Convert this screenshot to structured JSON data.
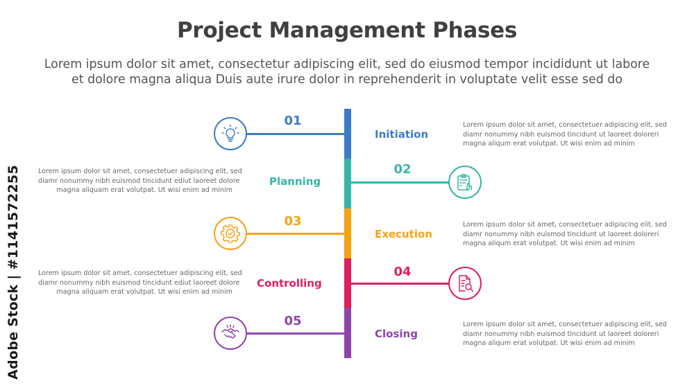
{
  "title": "Project Management Phases",
  "subtitle": {
    "line1": "Lorem ipsum dolor sit amet, consectetur adipiscing elit, sed do eiusmod tempor incididunt ut labore",
    "line2": "et dolore magna aliqua Duis aute irure dolor in reprehenderit in voluptate velit esse sed do"
  },
  "phases": [
    {
      "number": "01",
      "label": "Initiation",
      "color": "#3d7bc6",
      "icon": "lightbulb-icon",
      "desc": [
        "Lorem ipsum dolor sit amet, consectetuer adipiscing elit, sed",
        "diamr nonummy nibh euismod tincidunt ut laoreet doloreri",
        "magna aliqum erat volutpat. Ut wisi enim ad minim"
      ]
    },
    {
      "number": "02",
      "label": "Planning",
      "color": "#36b5a6",
      "icon": "clipboard-hand-icon",
      "desc": [
        "Lorem ipsum dolor sit amet, consectetuer adipiscing elit, sed",
        "diamr nonummy nibh euismod tincidunt ediut laoreet dolore",
        "magna aliquam erat volutpat. Ut wisi enim ad minim"
      ]
    },
    {
      "number": "03",
      "label": "Execution",
      "color": "#f5a213",
      "icon": "gear-check-icon",
      "desc": [
        "Lorem ipsum dolor sit amet, consectetuer adipiscing elit, sed",
        "diamr nonummy nibh euismod tincidunt ut laoreet doloreri",
        "magna aliqum erat volutpat. Ut wisi enim ad minim"
      ]
    },
    {
      "number": "04",
      "label": "Controlling",
      "color": "#df1f5b",
      "icon": "document-search-icon",
      "desc": [
        "Lorem ipsum dolor sit amet, consectetuer adipiscing elit, sed",
        "diamr nonummy nibh euismod tincidunt ediut laoreet dolore",
        "magna aliquam erat volutpat. Ut wisi enim ad minim"
      ]
    },
    {
      "number": "05",
      "label": "Closing",
      "color": "#8e44ad",
      "icon": "handshake-icon",
      "desc": [
        "Lorem ipsum dolor sit amet, consectetuer adipiscing elit, sed",
        "diamr nonummy nibh euismod tincidunt ut laoreet doloreri",
        "magna aliqum erat volutpat. Ut wisi enim ad minim"
      ]
    }
  ],
  "watermark": "Adobe Stock | #1141572255"
}
